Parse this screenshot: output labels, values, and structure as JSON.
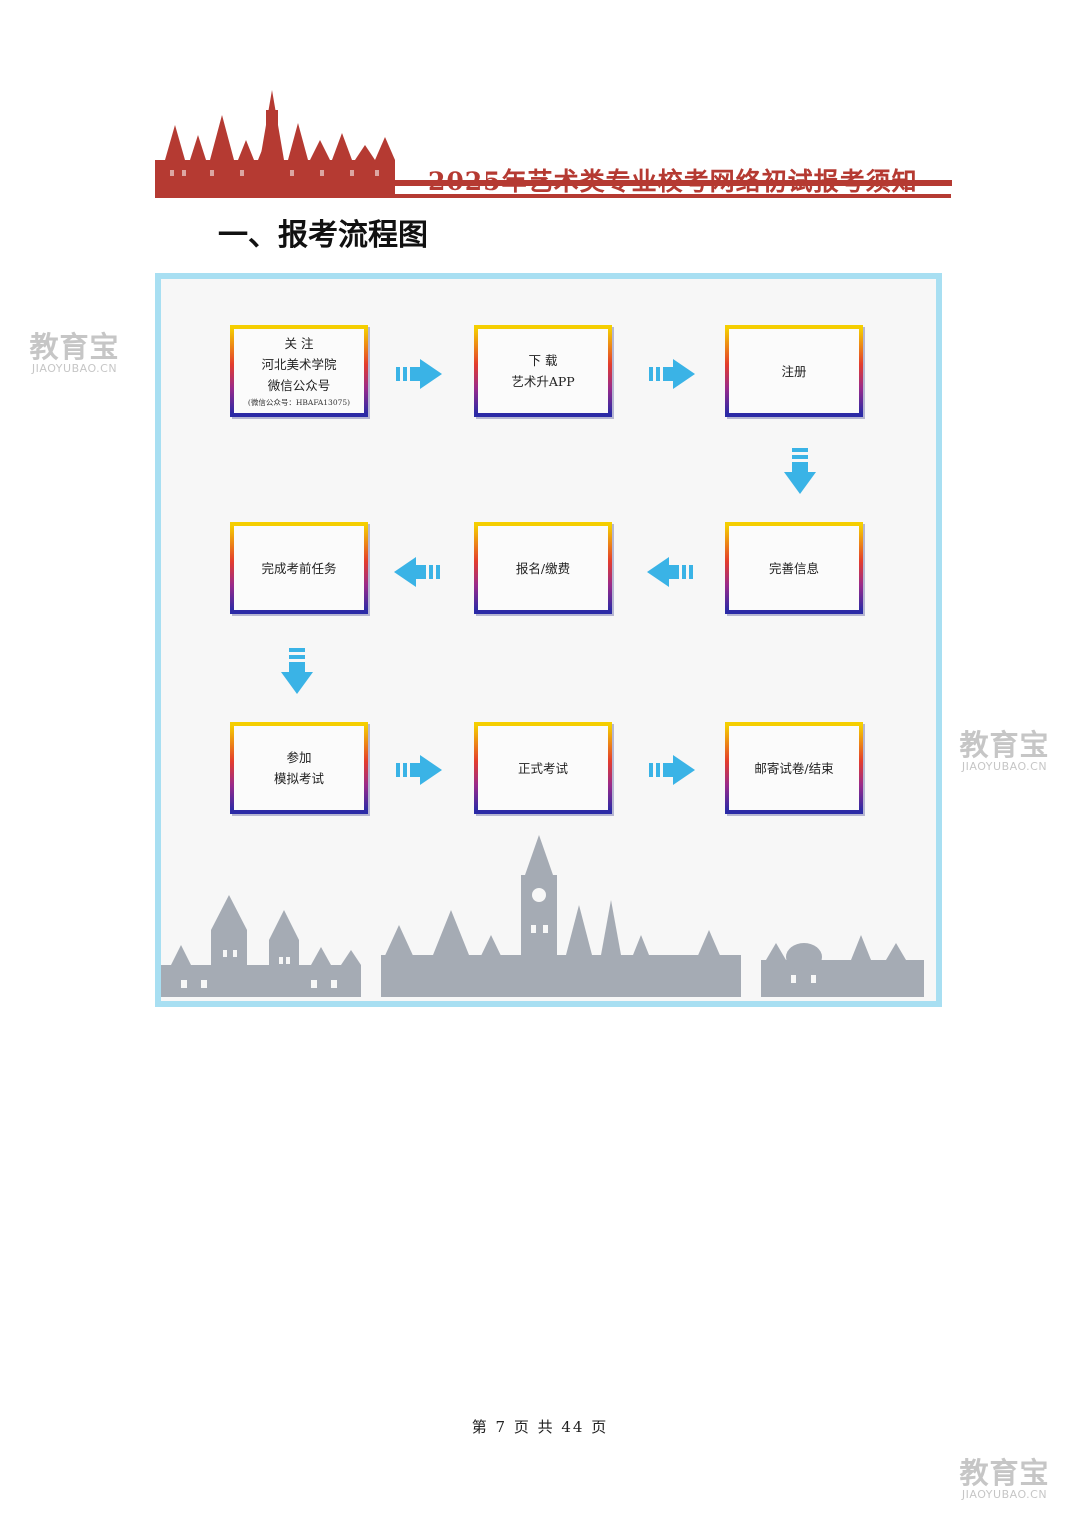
{
  "header": {
    "title": "2025年艺术类专业校考网络初试报考须知"
  },
  "section_heading": "一、报考流程图",
  "steps": [
    {
      "lines": [
        "关 注",
        "河北美术学院",
        "微信公众号"
      ],
      "note": "(微信公众号：HBAFA13075)"
    },
    {
      "lines": [
        "下 载",
        "艺术升APP"
      ]
    },
    {
      "lines": [
        "注册"
      ]
    },
    {
      "lines": [
        "完善信息"
      ]
    },
    {
      "lines": [
        "报名/缴费"
      ]
    },
    {
      "lines": [
        "完成考前任务"
      ]
    },
    {
      "lines": [
        "参加",
        "模拟考试"
      ]
    },
    {
      "lines": [
        "正式考试"
      ]
    },
    {
      "lines": [
        "邮寄试卷/结束"
      ]
    }
  ],
  "footer": {
    "page_text": "第 7 页 共 44 页"
  },
  "watermark": {
    "cn": "教育宝",
    "en": "JIAOYUBAO.CN"
  },
  "colors": {
    "header_red": "#b53a32",
    "frame_blue": "#a8dff2",
    "arrow_blue": "#3ab3e6",
    "castle_gray": "#a5abb4"
  }
}
